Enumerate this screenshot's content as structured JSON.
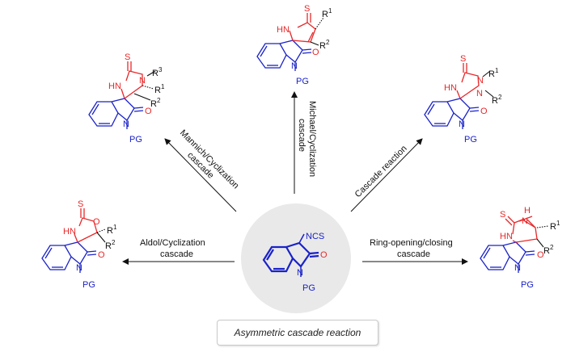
{
  "caption": "Asymmetric cascade reaction",
  "center": {
    "ncs": "NCS",
    "o": "O",
    "n": "N",
    "pg": "PG"
  },
  "arrows": {
    "top": [
      "Michael/Cyclization",
      "cascade"
    ],
    "top_left": [
      "Mannich/Cyclization",
      "cascade"
    ],
    "top_right": [
      "Cascade reaction"
    ],
    "left": [
      "Aldol/Cyclization",
      "cascade"
    ],
    "right": [
      "Ring-opening/closing",
      "cascade"
    ]
  },
  "atoms": {
    "s": "S",
    "hn": "HN",
    "nh": "NH",
    "n": "N",
    "o": "O",
    "pg": "PG",
    "r1": "R",
    "r2": "R",
    "r3": "R",
    "sup1": "1",
    "sup2": "2",
    "sup3": "3"
  },
  "colors": {
    "ring_new": "#e8282a",
    "oxindole": "#1a22c8",
    "center_bg": "#e9e9e9"
  }
}
